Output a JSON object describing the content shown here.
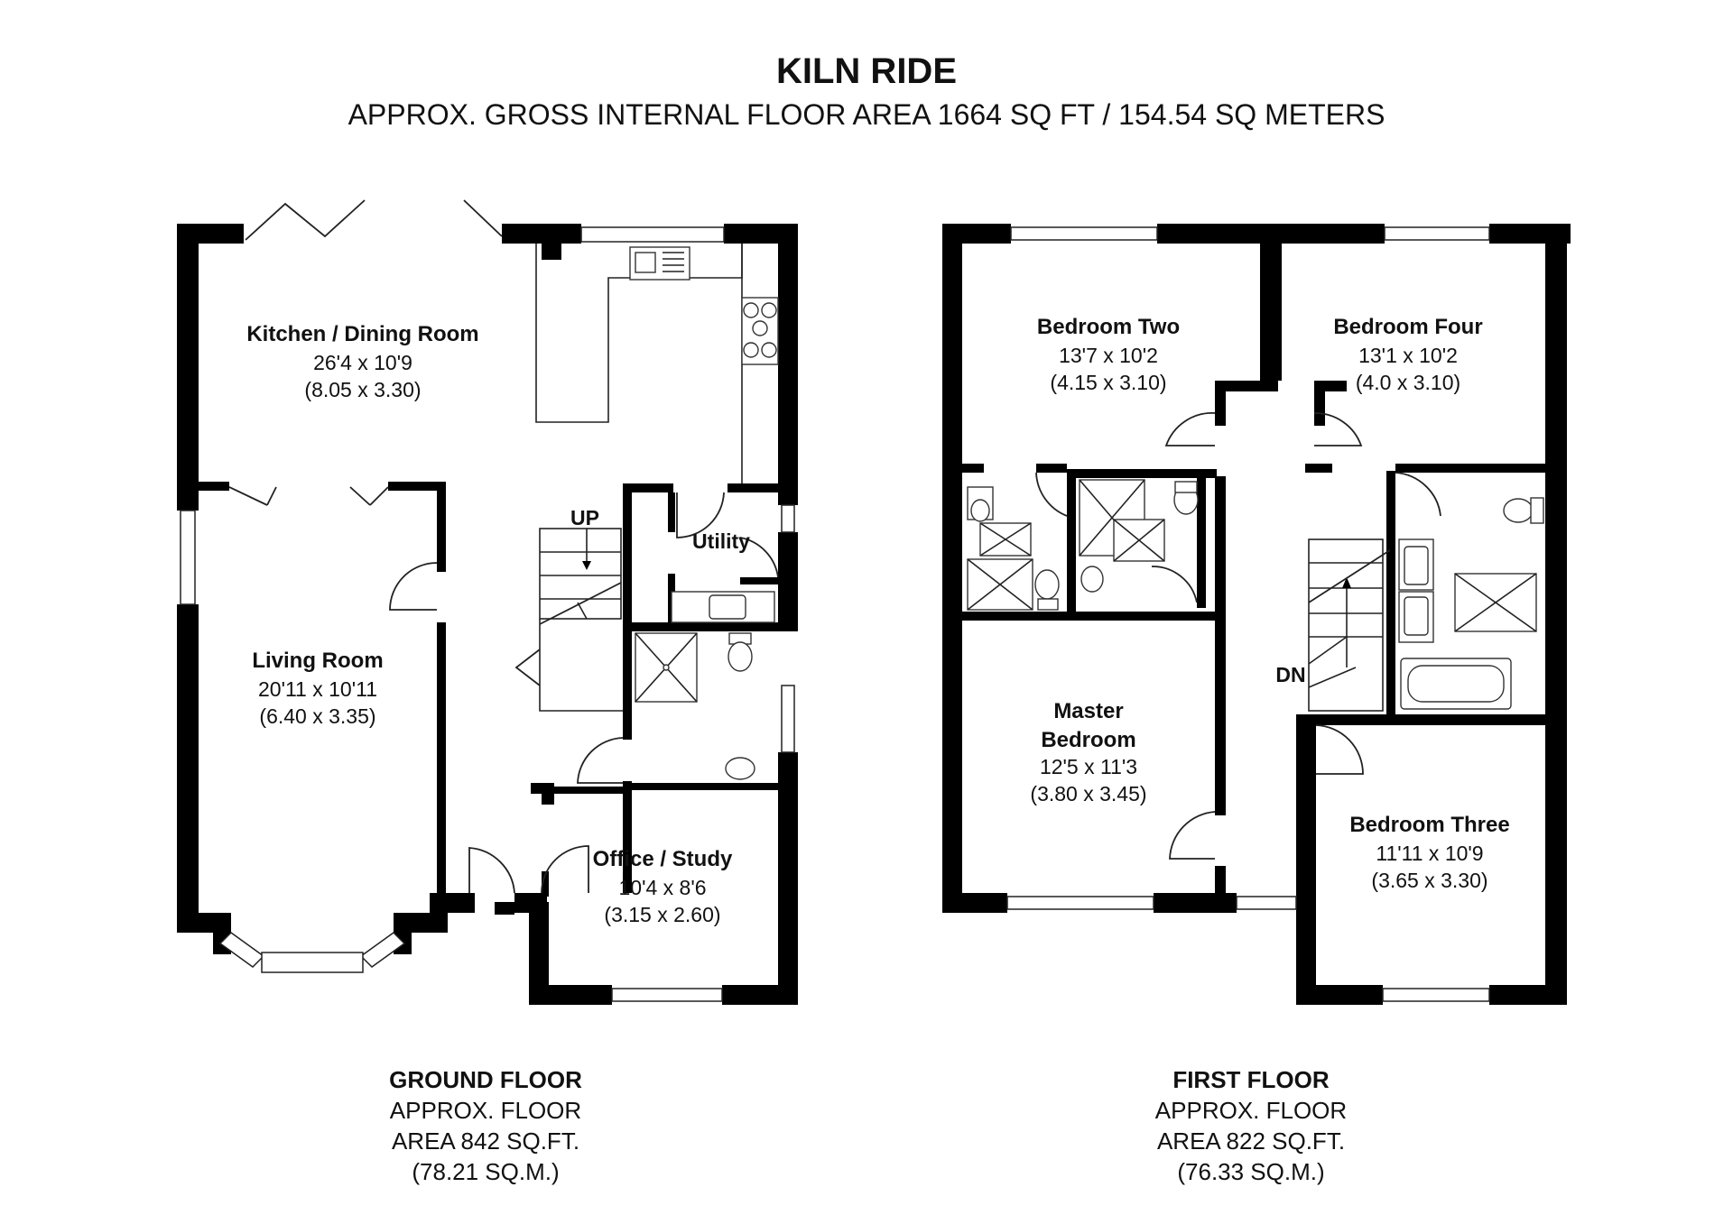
{
  "header": {
    "title": "KILN RIDE",
    "subtitle": "APPROX. GROSS INTERNAL FLOOR AREA 1664 SQ FT / 154.54 SQ METERS"
  },
  "ground_floor": {
    "rooms": [
      {
        "name": "Kitchen / Dining Room",
        "dim_imperial": "26'4 x 10'9",
        "dim_metric": "(8.05 x 3.30)"
      },
      {
        "name": "Living Room",
        "dim_imperial": "20'11 x 10'11",
        "dim_metric": "(6.40 x 3.35)"
      },
      {
        "name": "Office / Study",
        "dim_imperial": "10'4 x 8'6",
        "dim_metric": "(3.15 x 2.60)"
      }
    ],
    "labels": {
      "utility": "Utility",
      "stairs": "UP"
    },
    "caption": [
      "GROUND FLOOR",
      "APPROX. FLOOR",
      "AREA 842 SQ.FT.",
      "(78.21 SQ.M.)"
    ]
  },
  "first_floor": {
    "rooms": [
      {
        "name": "Bedroom Two",
        "dim_imperial": "13'7 x 10'2",
        "dim_metric": "(4.15 x 3.10)"
      },
      {
        "name": "Bedroom Four",
        "dim_imperial": "13'1 x 10'2",
        "dim_metric": "(4.0 x 3.10)"
      },
      {
        "name_line1": "Master",
        "name_line2": "Bedroom",
        "dim_imperial": "12'5 x 11'3",
        "dim_metric": "(3.80 x 3.45)"
      },
      {
        "name": "Bedroom Three",
        "dim_imperial": "11'11 x 10'9",
        "dim_metric": "(3.65 x 3.30)"
      }
    ],
    "labels": {
      "stairs": "DN"
    },
    "caption": [
      "FIRST FLOOR",
      "APPROX. FLOOR",
      "AREA 822 SQ.FT.",
      "(76.33 SQ.M.)"
    ]
  }
}
